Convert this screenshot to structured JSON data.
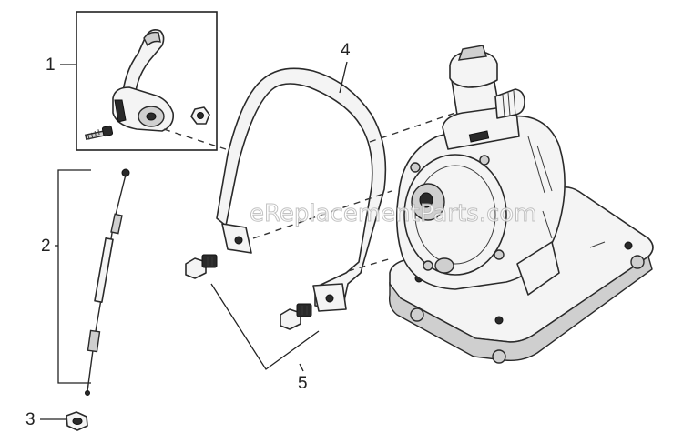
{
  "callouts": {
    "c1": "1",
    "c2": "2",
    "c3": "3",
    "c4": "4",
    "c5": "5"
  },
  "watermark": "eReplacementParts.com",
  "colors": {
    "line": "#2a2a2a",
    "fill": "#f4f4f4",
    "shade": "#cfcfcf"
  }
}
